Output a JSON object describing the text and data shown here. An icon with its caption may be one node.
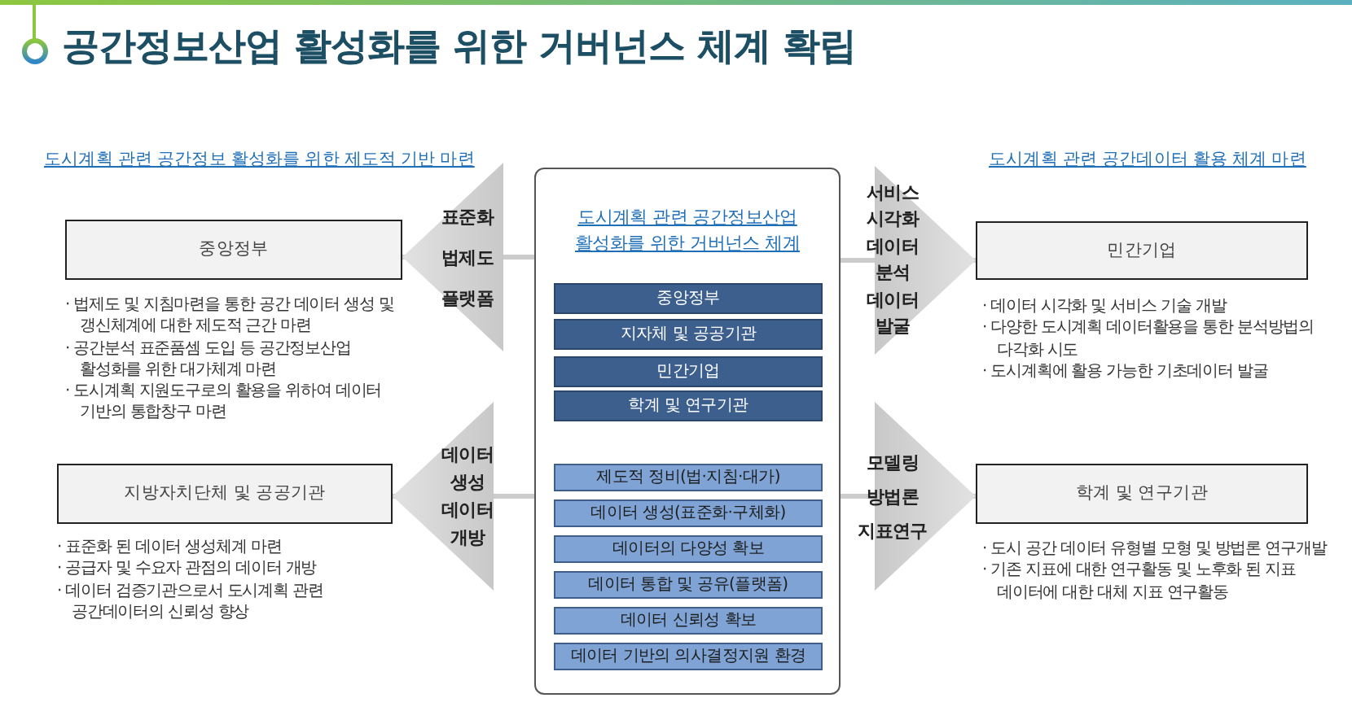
{
  "diagram": {
    "title": "공간정보산업 활성화를 위한 거버넌스 체계 확립",
    "nodes": [
      {
        "text": [
          "중앙정부"
        ],
        "beside": [
          "· 법제도 및 지침마련을 통한 공간 데이터 생성 및 갱신체계에 대한 제도적 근간 마련",
          "· 공간분석 표준품셈 도입 등 공간정보산업 활성화를 위한 대가체계 마련",
          "· 도시계획 지원도구로의 활용을 위하여 데이터 기반의 통합창구 마련"
        ]
      },
      {
        "text": [
          "지방자치단체 및 공공기관"
        ],
        "beside": [
          "· 표준화 된 데이터 생성체계 마련",
          "· 공급자 및 수요자 관점의 데이터 개방",
          "· 데이터 검증기관으로서 도시계획 관련 공간데이터의 신뢰성 향상"
        ]
      },
      {
        "text": [
          "도시계획 관련 공간정보산업 활성화를 위한 거버넌스 체계"
        ]
      },
      {
        "text": [
          "중앙정부"
        ],
        "in": 2
      },
      {
        "text": [
          "지자체 및 공공기관"
        ],
        "in": 2
      },
      {
        "text": [
          "민간기업"
        ],
        "in": 2
      },
      {
        "text": [
          "학계 및 연구기관"
        ],
        "in": 2
      },
      {
        "text": [
          "제도적 정비(법·지침·대가)"
        ],
        "in": 2
      },
      {
        "text": [
          "데이터 생성(표준화·구체화)"
        ],
        "in": 2
      },
      {
        "text": [
          "데이터의 다양성 확보"
        ],
        "in": 2
      },
      {
        "text": [
          "데이터 통합 및 공유(플랫폼)"
        ],
        "in": 2
      },
      {
        "text": [
          "데이터 신뢰성 확보"
        ],
        "in": 2
      },
      {
        "text": [
          "데이터 기반의 의사결정지원 환경"
        ],
        "in": 2
      },
      {
        "text": [
          "민간기업"
        ],
        "beside": [
          "· 데이터 시각화 및 서비스 기술 개발",
          "· 다양한 도시계획 데이터활용을 통한 분석방법의 다각화 시도",
          "· 도시계획에 활용 가능한 기초데이터 발굴"
        ]
      },
      {
        "text": [
          "학계 및 연구기관"
        ],
        "beside": [
          "· 도시 공간 데이터 유형별 모형 및 방법론 연구개발",
          "· 기존 지표에 대한 연구활동 및 노후화 된 지표 데이터에 대한 대체 지표 연구활동"
        ]
      }
    ],
    "edges": [
      {
        "from": 2,
        "to": 0,
        "arrow": "to",
        "label": "표준화 법제도 플랫폼"
      },
      {
        "from": 2,
        "to": 1,
        "arrow": "to",
        "label": "데이터 생성 데이터 개방"
      },
      {
        "from": 2,
        "to": 13,
        "arrow": "to",
        "label": "서비스 시각화 데이터 분석 데이터 발굴"
      },
      {
        "from": 2,
        "to": 14,
        "arrow": "to",
        "label": "모델링 방법론 지표연구"
      }
    ],
    "labels": [
      "도시계획 관련 공간정보 활성화를 위한 제도적 기반 마련",
      "도시계획 관련 공간데이터 활용 체계 마련"
    ]
  }
}
